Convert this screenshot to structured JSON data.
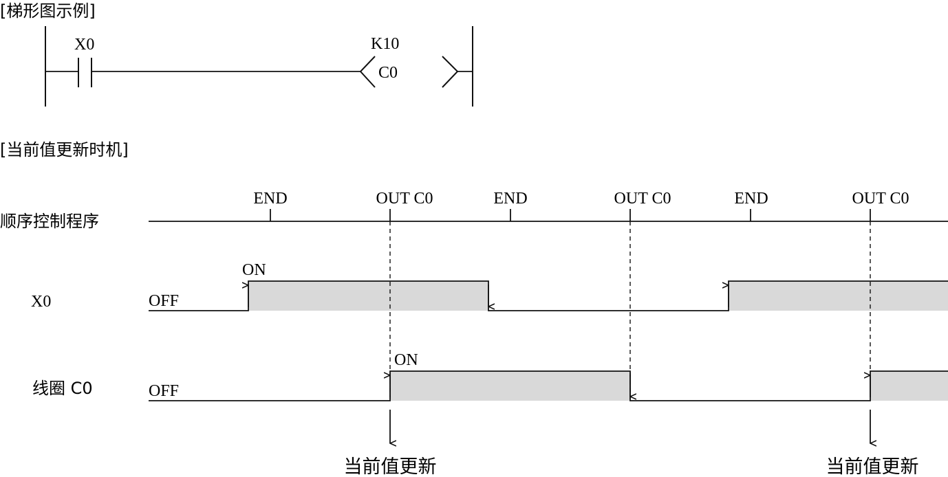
{
  "ladder": {
    "section_title": "[梯形图示例]",
    "contact_label": "X0",
    "coil_setting": "K10",
    "coil_label": "C0"
  },
  "timing": {
    "section_title": "[当前值更新时机]",
    "sequence_row_label": "顺序控制程序",
    "sequence_markers": [
      "END",
      "OUT C0",
      "END",
      "OUT C0",
      "END",
      "OUT C0"
    ],
    "x0_row_label": "X0",
    "x0_off_label": "OFF",
    "x0_on_label": "ON",
    "coil_row_label": "线圈 C0",
    "coil_off_label": "OFF",
    "coil_on_label": "ON",
    "update_labels": [
      "当前值更新",
      "当前值更新"
    ]
  },
  "colors": {
    "line": "#111111",
    "on_fill": "#d9d9d9"
  }
}
